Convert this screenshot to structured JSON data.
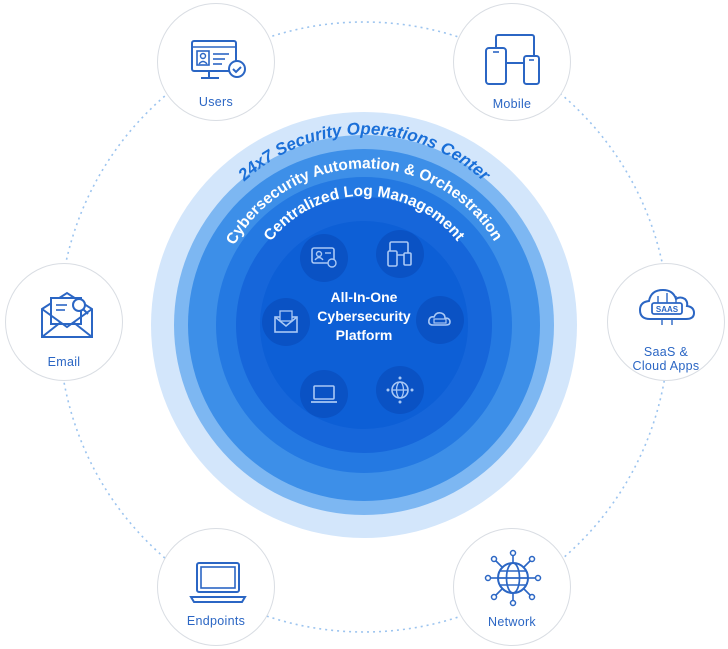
{
  "rings": {
    "outer": "24x7 Security Operations Center",
    "middle": "Cybersecurity Automation & Orchestration",
    "inner": "Centralized Log Management"
  },
  "center": {
    "line1": "All-In-One",
    "line2": "Cybersecurity",
    "line3": "Platform"
  },
  "nodes": {
    "users": "Users",
    "mobile": "Mobile",
    "email": "Email",
    "saas_line1": "SaaS &",
    "saas_line2": "Cloud Apps",
    "saas_badge": "SAAS",
    "endpoints": "Endpoints",
    "network": "Network"
  },
  "colors": {
    "outer_ring": "#cfe4fb",
    "middle_ring": "#3d8fe8",
    "inner_ring": "#1f74e0",
    "core": "#0d5fd6",
    "icon_blue": "#2b66c4"
  }
}
